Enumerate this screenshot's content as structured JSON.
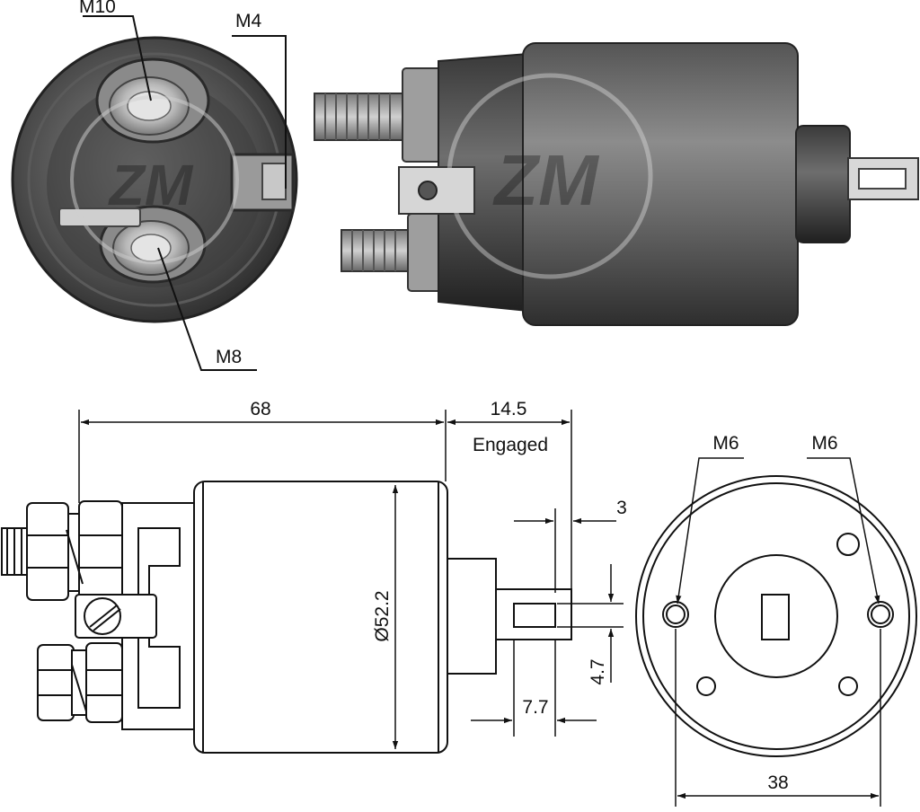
{
  "photo_labels": {
    "m10": "M10",
    "m4": "M4",
    "m8": "M8"
  },
  "watermark": "ZM",
  "dimensions": {
    "length": "68",
    "travel": "14.5",
    "engaged": "Engaged",
    "gap": "3",
    "diameter": "Ø52.2",
    "slot_width": "4.7",
    "slot_length": "7.7",
    "bolt_spacing": "38",
    "thread_left": "M6",
    "thread_right": "M6"
  },
  "colors": {
    "line": "#111111",
    "metal_dark": "#3a3a3a",
    "metal_mid": "#6a6a6a",
    "metal_light": "#b8b8b8",
    "brass": "#c9c9c9"
  }
}
